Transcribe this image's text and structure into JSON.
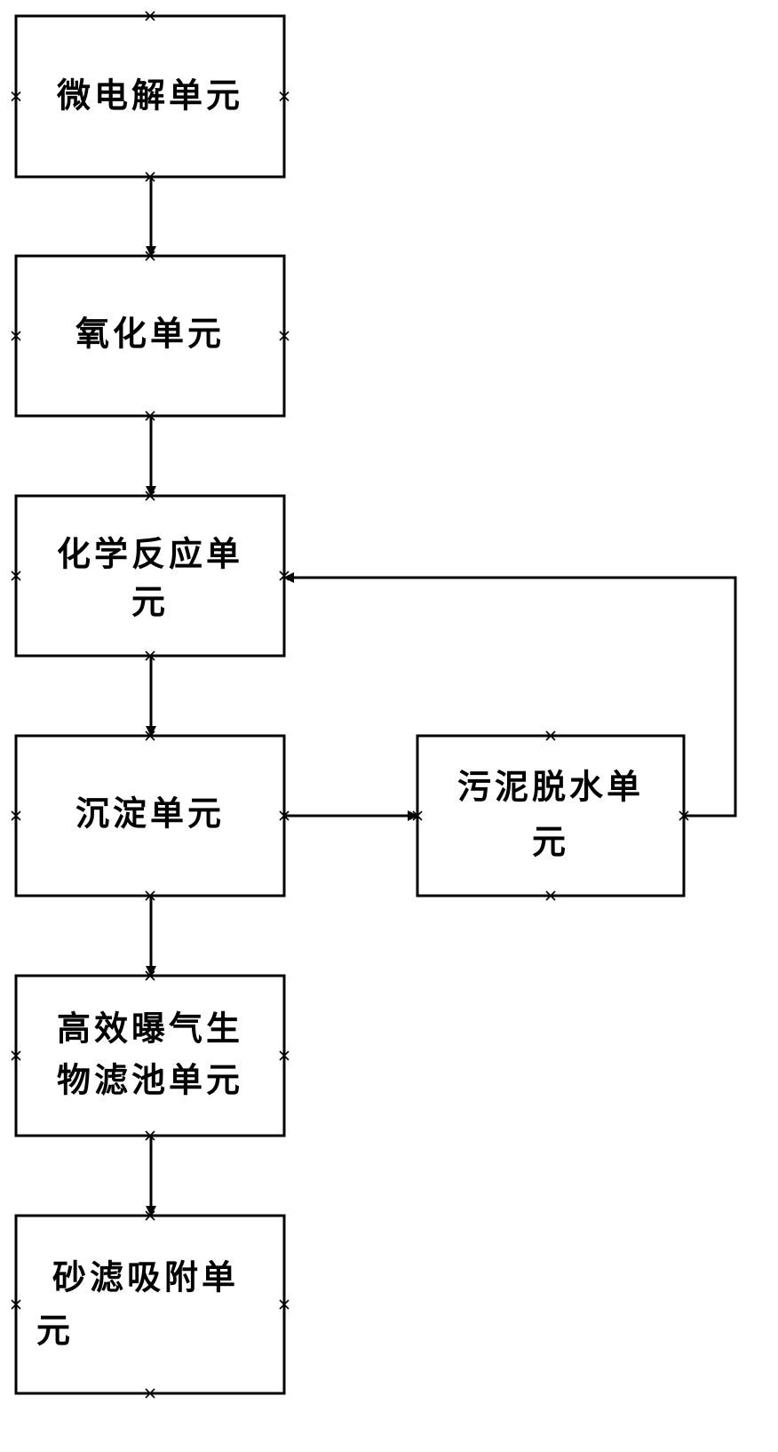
{
  "nodes": [
    {
      "id": "micro_electrolysis",
      "lines": [
        "微电解单元"
      ]
    },
    {
      "id": "oxidation",
      "lines": [
        "氧化单元"
      ]
    },
    {
      "id": "chemical_reaction",
      "lines": [
        "化学反应单",
        "元"
      ]
    },
    {
      "id": "sedimentation",
      "lines": [
        "沉淀单元"
      ]
    },
    {
      "id": "sludge_dewatering",
      "lines": [
        "污泥脱水单",
        "元"
      ]
    },
    {
      "id": "baf",
      "lines": [
        "高效曝气生",
        "物滤池单元"
      ]
    },
    {
      "id": "sand_filter",
      "lines": [
        "砂滤吸附单",
        "元"
      ]
    }
  ],
  "edges": [
    {
      "from": "micro_electrolysis",
      "to": "oxidation"
    },
    {
      "from": "oxidation",
      "to": "chemical_reaction"
    },
    {
      "from": "chemical_reaction",
      "to": "sedimentation"
    },
    {
      "from": "sedimentation",
      "to": "sludge_dewatering"
    },
    {
      "from": "sludge_dewatering",
      "to": "chemical_reaction"
    },
    {
      "from": "sedimentation",
      "to": "baf"
    },
    {
      "from": "baf",
      "to": "sand_filter"
    }
  ],
  "colors": {
    "stroke": "#000000",
    "background": "#ffffff"
  }
}
